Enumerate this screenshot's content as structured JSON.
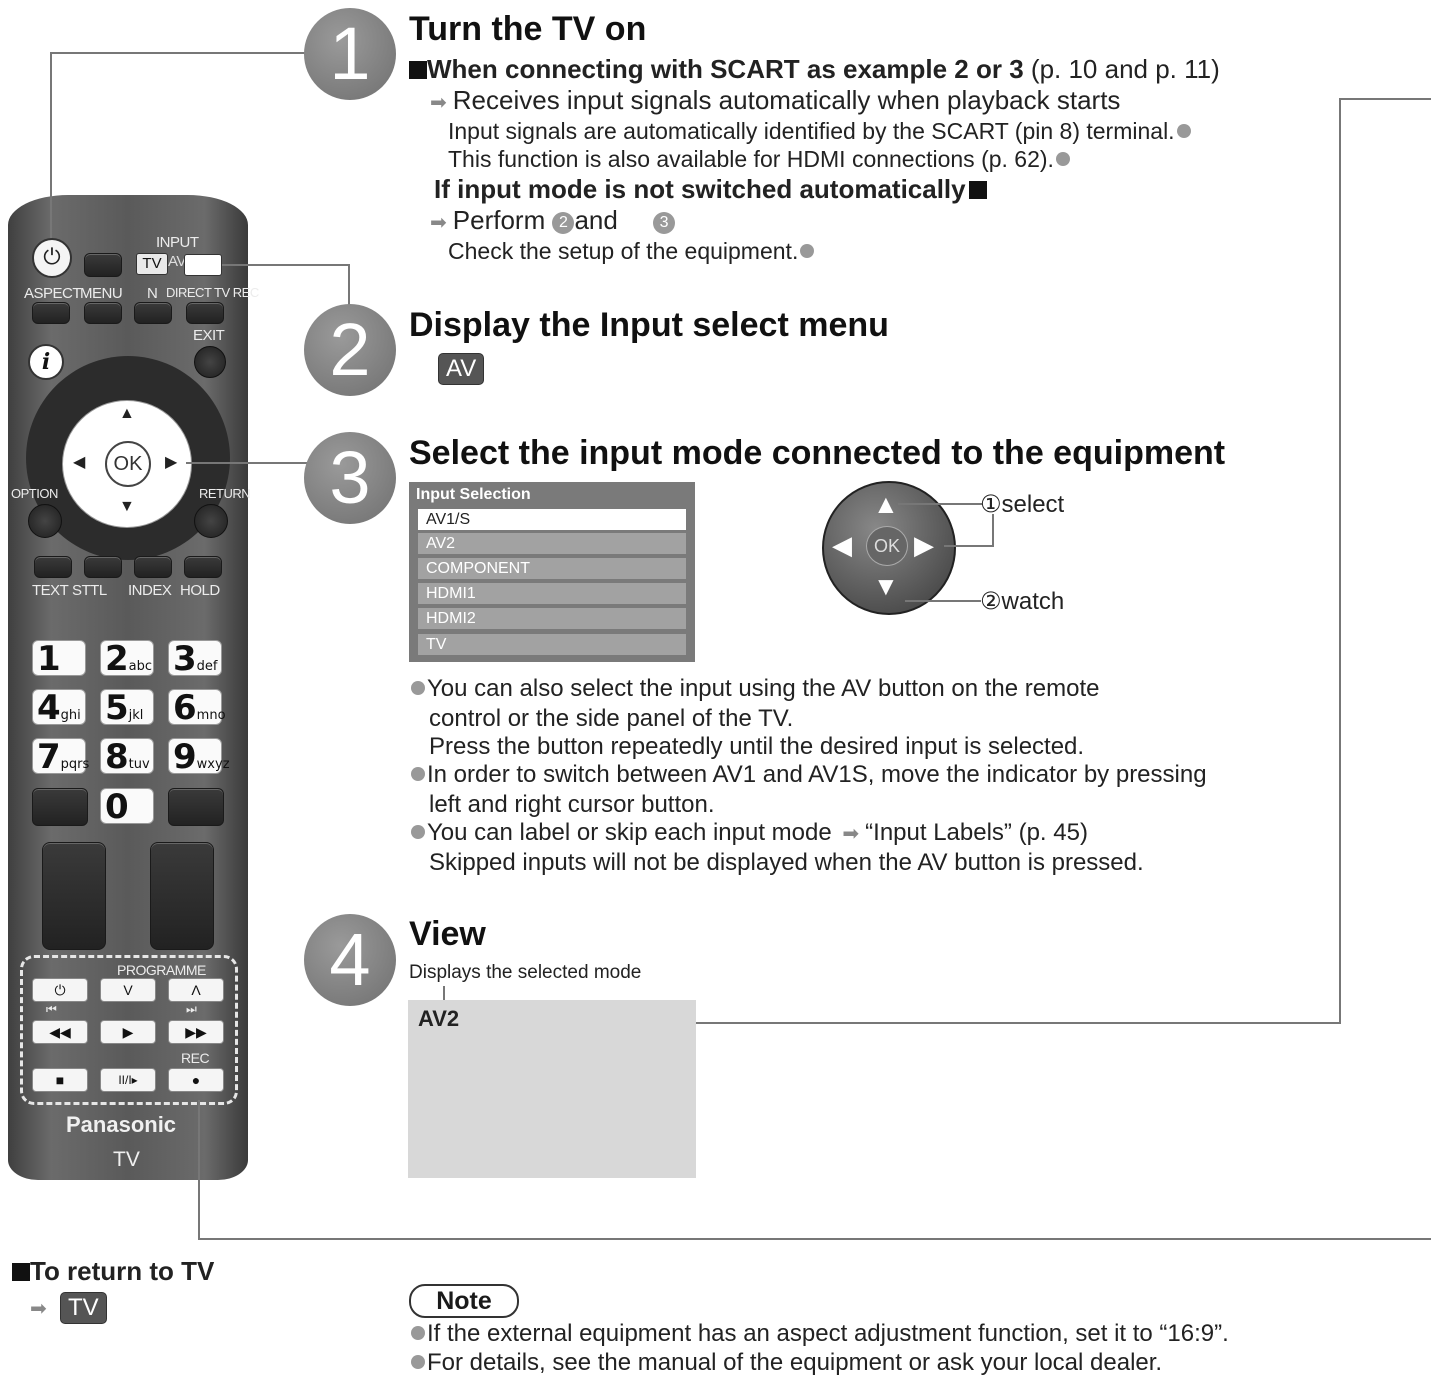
{
  "step1": {
    "number": "1",
    "title": "Turn the TV on",
    "subtitle_bold": "When connecting with SCART as example 2 or 3",
    "subtitle_ref": "(p. 10 and p. 11)",
    "receives": "Receives input signals automatically when playback starts",
    "line_scart": "Input signals are automatically identified by the SCART (pin 8) terminal.",
    "line_hdmi": "This function is also available for HDMI connections (p. 62).",
    "not_switched": "If input mode is not switched automatically",
    "perform_prefix": "Perform",
    "perform_num2": "2",
    "perform_and": "and",
    "perform_num3": "3",
    "check_setup": "Check the setup of the equipment."
  },
  "step2": {
    "number": "2",
    "title": "Display the Input select menu",
    "key": "AV"
  },
  "step3": {
    "number": "3",
    "title": "Select the input mode connected to the equipment",
    "menu_title": "Input Selection",
    "menu_items": [
      "AV1/S",
      "AV2",
      "COMPONENT",
      "HDMI1",
      "HDMI2",
      "TV"
    ],
    "menu_selected_index": 0,
    "select_label": "①select",
    "watch_label": "②watch",
    "ok_label": "OK",
    "bullet1_l1": "You can also select the input using the AV button on the remote",
    "bullet1_l2": "control or the side panel of the TV.",
    "bullet1_l3": "Press the button repeatedly until the desired input is selected.",
    "bullet2_l1": "In order to switch between AV1 and AV1S, move the indicator by pressing",
    "bullet2_l2": "left and right cursor button.",
    "bullet3_l1_a": "You can label or skip each input mode",
    "bullet3_l1_b": "“Input Labels” (p. 45)",
    "bullet3_l2": "Skipped inputs will not be displayed when the AV button is pressed."
  },
  "step4": {
    "number": "4",
    "title": "View",
    "caption": "Displays the selected mode",
    "mode": "AV2"
  },
  "return_tv": {
    "title": "To return to TV",
    "key": "TV"
  },
  "note": {
    "label": "Note",
    "item1": "If the external equipment has an aspect adjustment function, set it to “16:9”.",
    "item2": "For details, see the manual of the equipment or ask your local dealer."
  },
  "remote": {
    "input_label": "INPUT",
    "tv_key": "TV",
    "av_key": "AV",
    "aspect": "ASPECT",
    "menu": "MENU",
    "n": "N",
    "direct_tv_rec": "DIRECT TV REC",
    "exit": "EXIT",
    "info": "i",
    "option": "OPTION",
    "return": "RETURN",
    "ok": "OK",
    "text": "TEXT",
    "sttl": "STTL",
    "index": "INDEX",
    "hold": "HOLD",
    "keys": [
      {
        "d": "1",
        "l": ""
      },
      {
        "d": "2",
        "l": "abc"
      },
      {
        "d": "3",
        "l": "def"
      },
      {
        "d": "4",
        "l": "ghi"
      },
      {
        "d": "5",
        "l": "jkl"
      },
      {
        "d": "6",
        "l": "mno"
      },
      {
        "d": "7",
        "l": "pqrs"
      },
      {
        "d": "8",
        "l": "tuv"
      },
      {
        "d": "9",
        "l": "wxyz"
      }
    ],
    "zero": "0",
    "programme": "PROGRAMME",
    "prog_down": "V",
    "prog_up": "Λ",
    "rec": "REC",
    "brand": "Panasonic",
    "model": "TV"
  }
}
